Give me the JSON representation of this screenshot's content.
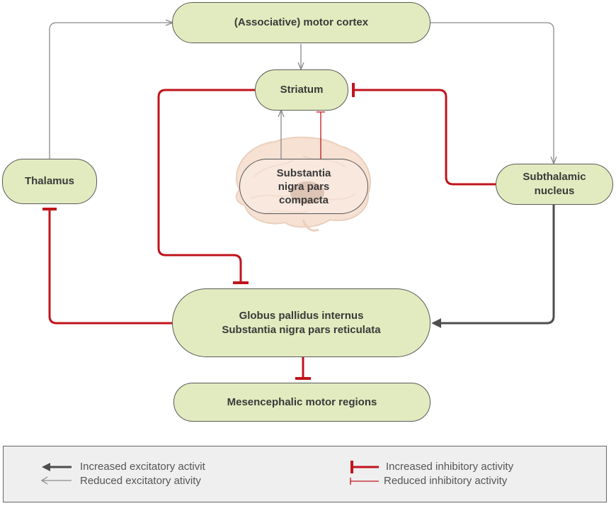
{
  "nodes": {
    "motor_cortex": "(Associative) motor cortex",
    "striatum": "Striatum",
    "thalamus": "Thalamus",
    "subthalamic": "Subthalamic\nnucleus",
    "snc": "Substantia\nnigra pars\ncompacta",
    "gpi_line1": "Globus pallidus internus",
    "gpi_line2": "Substantia nigra pars reticulata",
    "mesencephalic": "Mesencephalic motor regions"
  },
  "legend": {
    "inc_excitatory": "Increased excitatory activit",
    "red_excitatory": "Reduced excitatory ativity",
    "inc_inhibitory": "Increased inhibitory activity",
    "red_inhibitory": "Reduced inhibitory activity"
  },
  "colors": {
    "node_fill": "#e2ebbf",
    "node_border": "#5a5a5a",
    "inhibitory": "#c0141c",
    "excitatory_strong": "#4d4d4d",
    "excitatory_weak": "#8a8a8a",
    "legend_bg": "#efefef"
  },
  "icons": {
    "brain": "brain-illustration",
    "excitatory_arrow": "arrowhead-icon",
    "inhibitory_bar": "t-bar-icon"
  }
}
